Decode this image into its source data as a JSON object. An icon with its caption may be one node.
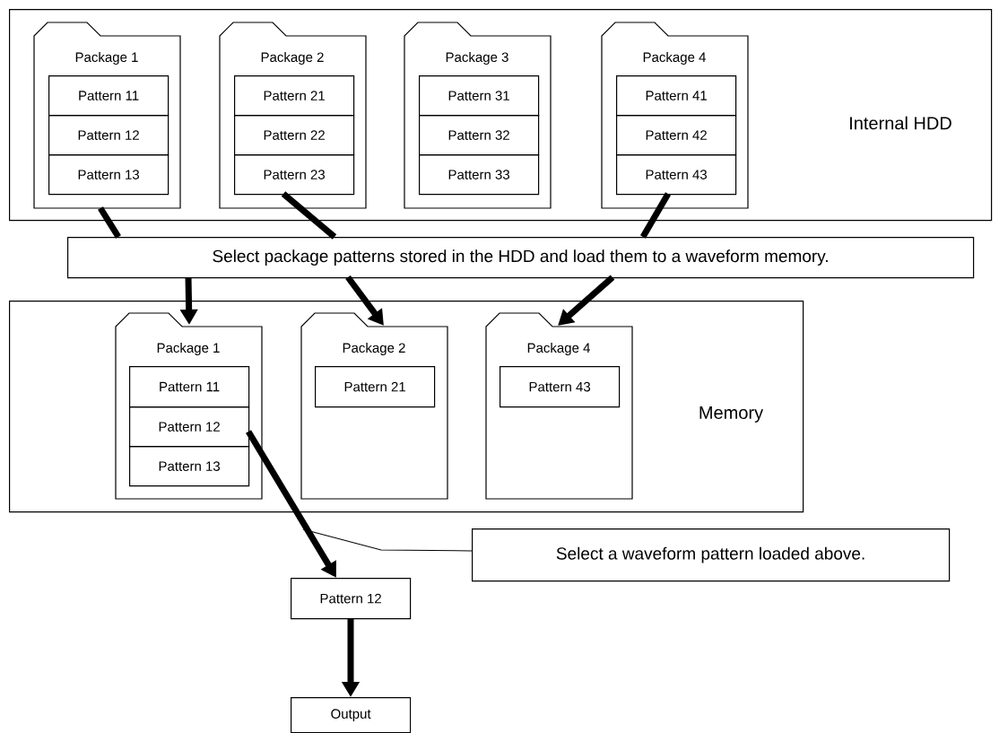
{
  "diagram": {
    "nodes": [
      {
        "text": [
          "Internal HDD"
        ]
      },
      {
        "text": [
          "Package 1"
        ],
        "in": 0
      },
      {
        "text": [
          "Pattern 11"
        ],
        "in": 1
      },
      {
        "text": [
          "Pattern 12"
        ],
        "in": 1
      },
      {
        "text": [
          "Pattern 13"
        ],
        "in": 1
      },
      {
        "text": [
          "Package 2"
        ],
        "in": 0
      },
      {
        "text": [
          "Pattern 21"
        ],
        "in": 5
      },
      {
        "text": [
          "Pattern 22"
        ],
        "in": 5
      },
      {
        "text": [
          "Pattern 23"
        ],
        "in": 5
      },
      {
        "text": [
          "Package 3"
        ],
        "in": 0
      },
      {
        "text": [
          "Pattern 31"
        ],
        "in": 9
      },
      {
        "text": [
          "Pattern 32"
        ],
        "in": 9
      },
      {
        "text": [
          "Pattern 33"
        ],
        "in": 9
      },
      {
        "text": [
          "Package 4"
        ],
        "in": 0
      },
      {
        "text": [
          "Pattern 41"
        ],
        "in": 13
      },
      {
        "text": [
          "Pattern 42"
        ],
        "in": 13
      },
      {
        "text": [
          "Pattern 43"
        ],
        "in": 13
      },
      {
        "text": [
          "Select package patterns stored in the HDD and load them to a waveform memory."
        ]
      },
      {
        "text": [
          "Memory"
        ]
      },
      {
        "text": [
          "Package 1"
        ],
        "in": 18
      },
      {
        "text": [
          "Pattern 11"
        ],
        "in": 19
      },
      {
        "text": [
          "Pattern 12"
        ],
        "in": 19
      },
      {
        "text": [
          "Pattern 13"
        ],
        "in": 19
      },
      {
        "text": [
          "Package 2"
        ],
        "in": 18
      },
      {
        "text": [
          "Pattern 21"
        ],
        "in": 23
      },
      {
        "text": [
          "Package 4"
        ],
        "in": 18
      },
      {
        "text": [
          "Pattern 43"
        ],
        "in": 25
      },
      {
        "text": [
          "Select a waveform pattern loaded above."
        ]
      },
      {
        "text": [
          "Pattern 12"
        ]
      },
      {
        "text": [
          "Output"
        ]
      }
    ],
    "edges": [
      {
        "from": 1,
        "to": 17,
        "arrow": "none"
      },
      {
        "from": 17,
        "to": 19,
        "arrow": "to"
      },
      {
        "from": 8,
        "to": 17,
        "arrow": "none"
      },
      {
        "from": 17,
        "to": 23,
        "arrow": "to"
      },
      {
        "from": 16,
        "to": 17,
        "arrow": "none"
      },
      {
        "from": 17,
        "to": 25,
        "arrow": "to"
      },
      {
        "from": 21,
        "to": 28,
        "arrow": "to"
      },
      {
        "from": 28,
        "to": 29,
        "arrow": "to"
      },
      {
        "from": 27,
        "to": null,
        "arrow": "none"
      }
    ]
  }
}
